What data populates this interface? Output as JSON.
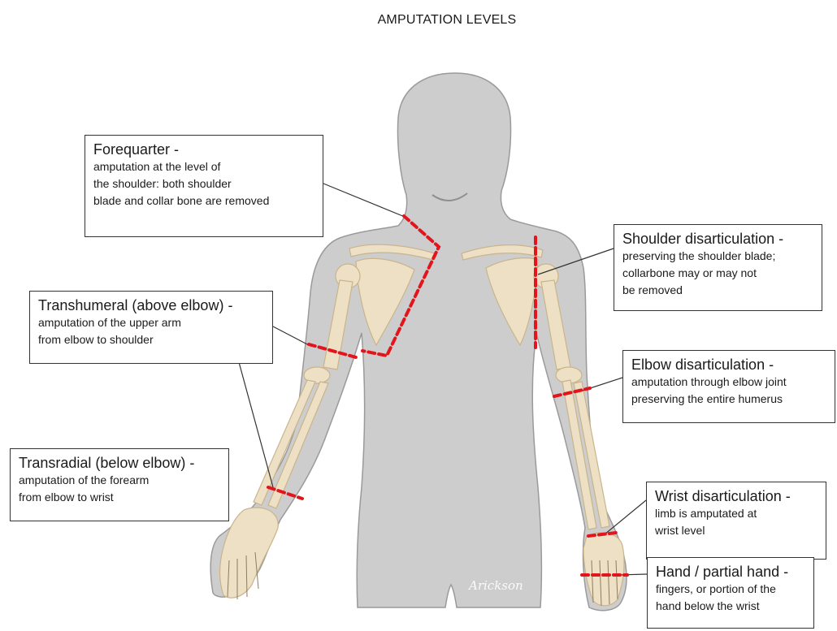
{
  "title": "AMPUTATION LEVELS",
  "signature": "Arickson",
  "colors": {
    "body": "#cdcdcd",
    "body_outline": "#9a9a9a",
    "bone": "#ede0c4",
    "bone_outline": "#c9b48c",
    "cut_line": "#e3141b",
    "leader": "#333333"
  },
  "callouts": [
    {
      "id": "forequarter",
      "heading": "Forequarter -",
      "body": [
        "amputation at the level of",
        "the shoulder: both shoulder",
        "blade and collar bone are removed"
      ]
    },
    {
      "id": "shoulder-disarticulation",
      "heading": "Shoulder disarticulation -",
      "body": [
        "preserving the shoulder blade;",
        "collarbone may or may not",
        "be removed"
      ]
    },
    {
      "id": "transhumeral",
      "heading": "Transhumeral (above elbow) -",
      "body": [
        "amputation of the upper arm",
        "from elbow to shoulder"
      ]
    },
    {
      "id": "elbow-disarticulation",
      "heading": "Elbow disarticulation -",
      "body": [
        "amputation through elbow joint",
        "preserving the entire humerus"
      ]
    },
    {
      "id": "transradial",
      "heading": "Transradial (below elbow) -",
      "body": [
        "amputation of the forearm",
        "from elbow to wrist"
      ]
    },
    {
      "id": "wrist-disarticulation",
      "heading": "Wrist disarticulation -",
      "body": [
        "limb is amputated at",
        "wrist level"
      ]
    },
    {
      "id": "partial-hand",
      "heading": "Hand / partial hand -",
      "body": [
        "fingers, or portion of the",
        "hand below the wrist"
      ]
    }
  ]
}
